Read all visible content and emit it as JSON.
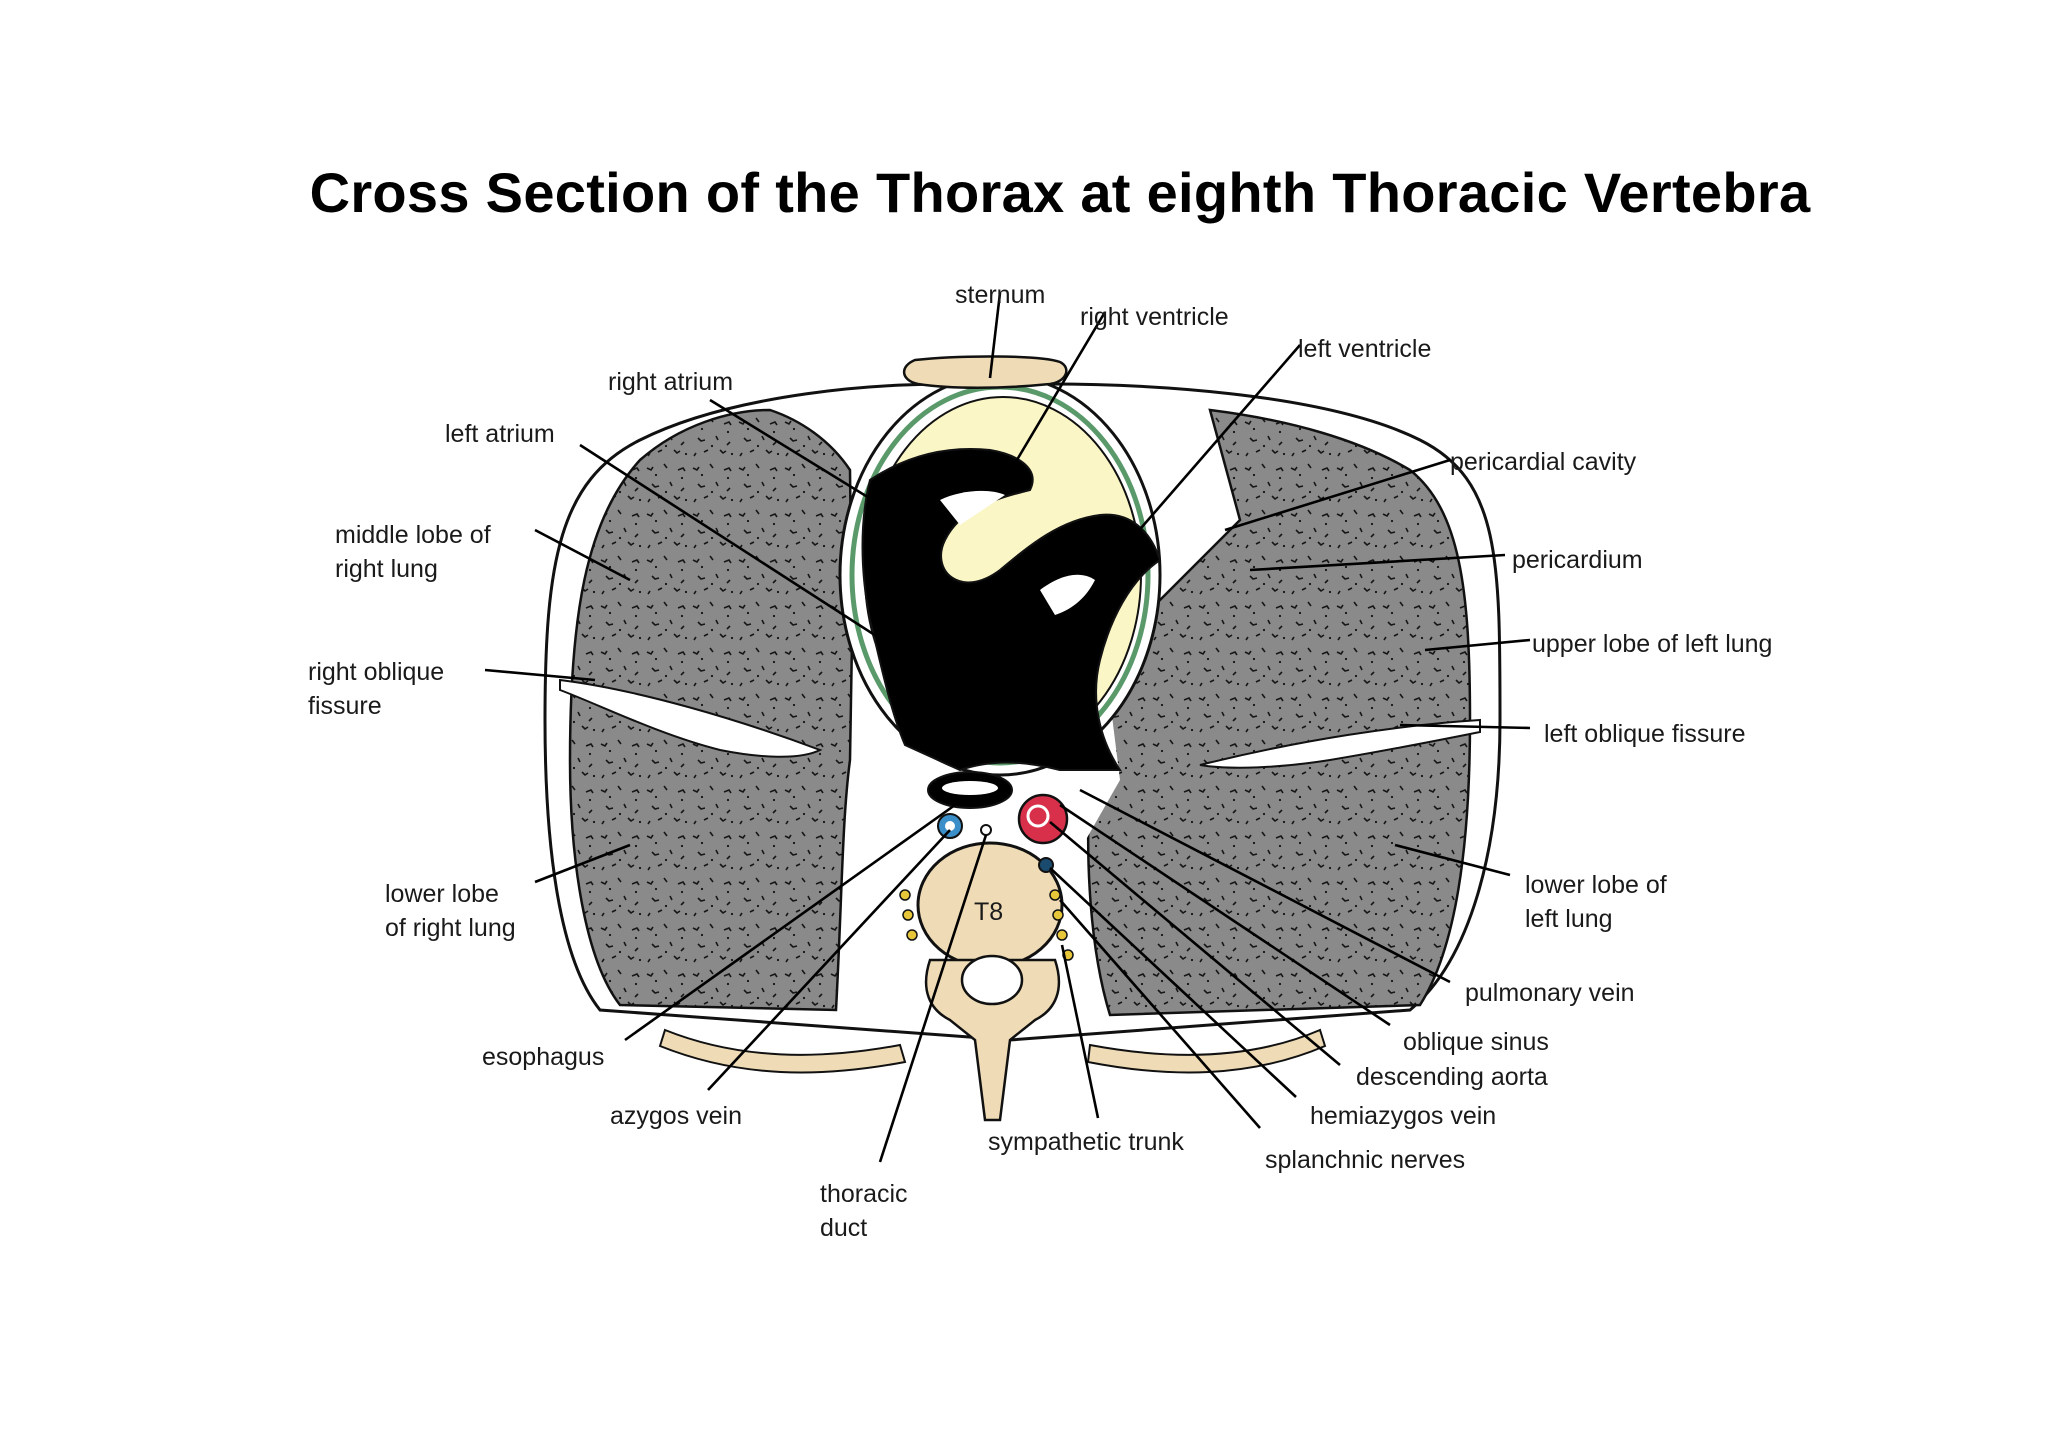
{
  "title": "Cross Section of the Thorax at eighth Thoracic Vertebra",
  "vertebra_label": "T8",
  "labels": {
    "sternum": "sternum",
    "right_ventricle": "right ventricle",
    "left_ventricle": "left ventricle",
    "right_atrium": "right atrium",
    "left_atrium": "left atrium",
    "pericardial_cavity": "pericardial cavity",
    "middle_lobe_line1": "middle lobe of",
    "middle_lobe_line2": "right lung",
    "pericardium": "pericardium",
    "upper_lobe_left": "upper lobe of left lung",
    "right_oblique_line1": "right oblique",
    "right_oblique_line2": "fissure",
    "left_oblique": "left oblique fissure",
    "lower_lobe_right_line1": "lower lobe",
    "lower_lobe_right_line2": "of right lung",
    "lower_lobe_left_line1": "lower lobe of",
    "lower_lobe_left_line2": "left lung",
    "pulmonary_vein": "pulmonary vein",
    "oblique_sinus": "oblique sinus",
    "descending_aorta": "descending aorta",
    "esophagus": "esophagus",
    "hemiazygos_vein": "hemiazygos vein",
    "azygos_vein": "azygos vein",
    "sympathetic_trunk": "sympathetic trunk",
    "splanchnic_nerves": "splanchnic nerves",
    "thoracic_duct_line1": "thoracic",
    "thoracic_duct_line2": "duct"
  },
  "colors": {
    "lung": "#8a8a8a",
    "heart_blood": "#000000",
    "pericardial_fluid": "#fbf6c6",
    "pericardium": "#5a9a6a",
    "bone": "#efdcb6",
    "aorta": "#d8304a",
    "azygos": "#3a8fc8",
    "nerve": "#e8c63a"
  }
}
